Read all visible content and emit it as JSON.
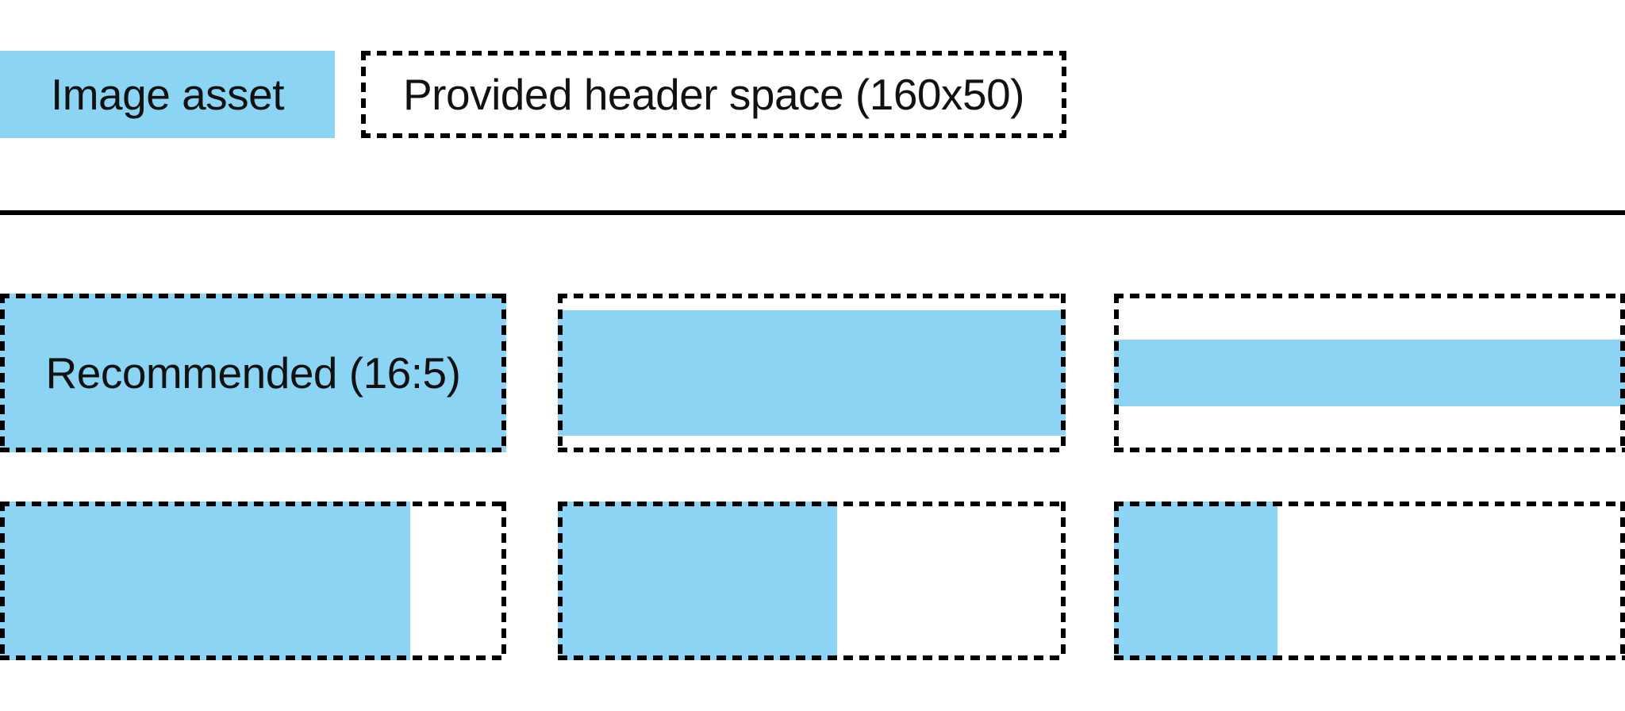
{
  "colors": {
    "asset_blue": "#8CD4F3",
    "ink": "#000000",
    "background": "#FFFFFF",
    "text": "#111111"
  },
  "legend": {
    "image_asset_label": "Image asset",
    "header_space_label": "Provided header space (160x50)"
  },
  "examples": [
    {
      "label": "Recommended (16:5)",
      "fill": {
        "width_pct": 100,
        "height_pct": 100,
        "v_align": "top"
      }
    },
    {
      "label": "",
      "fill": {
        "width_pct": 100,
        "height_pct": 79,
        "v_align": "center"
      }
    },
    {
      "label": "",
      "fill": {
        "width_pct": 100,
        "height_pct": 42,
        "v_align": "center"
      }
    },
    {
      "label": "",
      "fill": {
        "width_pct": 81,
        "height_pct": 100,
        "v_align": "top"
      }
    },
    {
      "label": "",
      "fill": {
        "width_pct": 55,
        "height_pct": 100,
        "v_align": "top"
      }
    },
    {
      "label": "",
      "fill": {
        "width_pct": 32,
        "height_pct": 100,
        "v_align": "top"
      }
    }
  ]
}
